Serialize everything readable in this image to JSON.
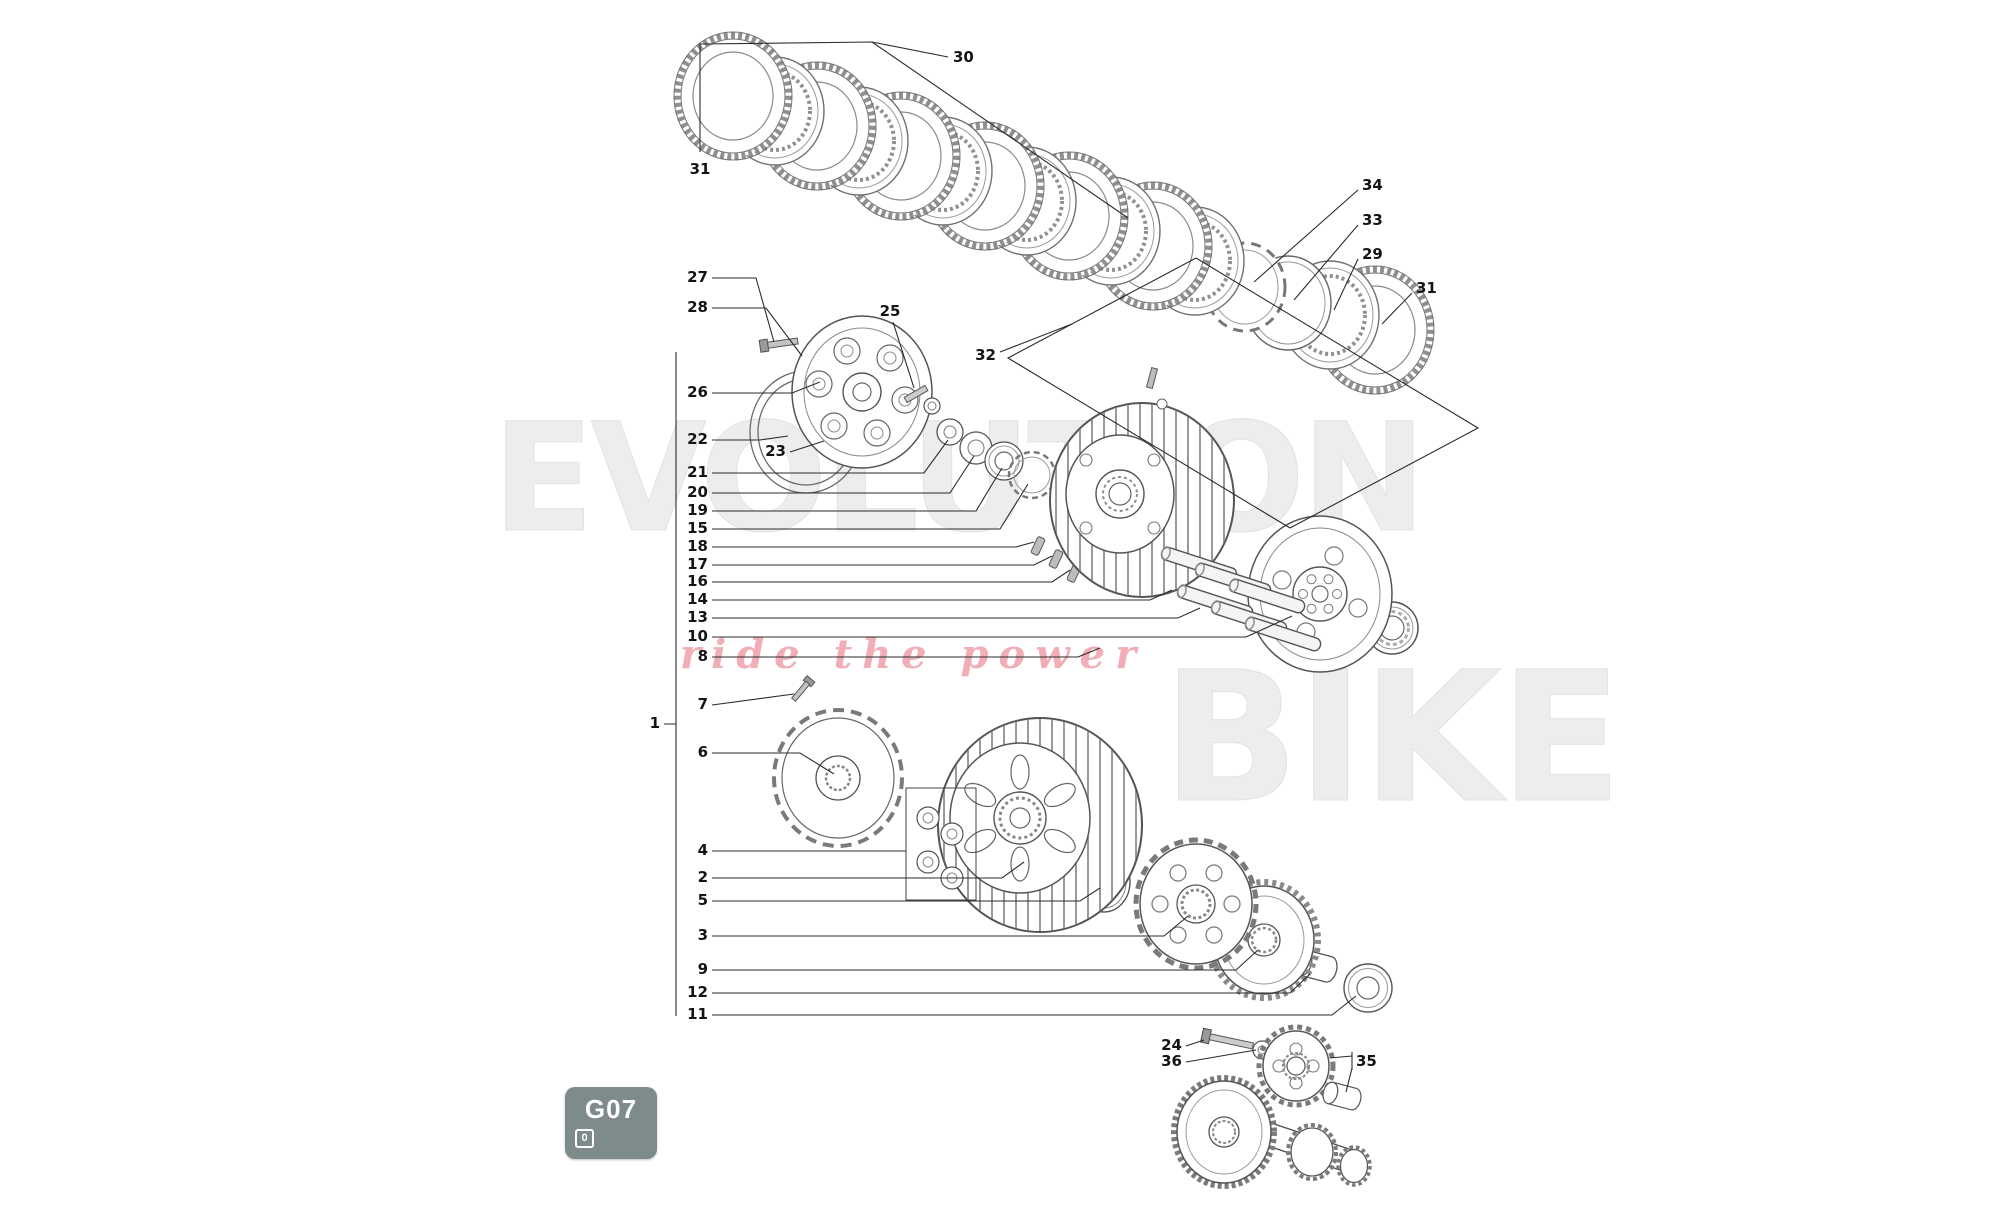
{
  "watermark": {
    "line1": "EVOLUTION",
    "line2": "BIKE",
    "tagline": "ride the power",
    "color": "#ededed",
    "tagline_color": "#f2aeb6"
  },
  "badge": {
    "code": "G07",
    "revision": "0",
    "background": "#7d8b8a"
  },
  "callouts": {
    "1": "1",
    "2": "2",
    "3": "3",
    "4": "4",
    "5": "5",
    "6": "6",
    "7": "7",
    "8": "8",
    "9": "9",
    "10": "10",
    "11": "11",
    "12": "12",
    "13": "13",
    "14": "14",
    "15": "15",
    "16": "16",
    "17": "17",
    "18": "18",
    "19": "19",
    "20": "20",
    "21": "21",
    "22": "22",
    "23": "23",
    "24": "24",
    "25": "25",
    "26": "26",
    "27": "27",
    "28": "28",
    "29": "29",
    "30": "30",
    "31": "31",
    "32": "32",
    "33": "33",
    "34": "34",
    "35": "35",
    "36": "36"
  }
}
